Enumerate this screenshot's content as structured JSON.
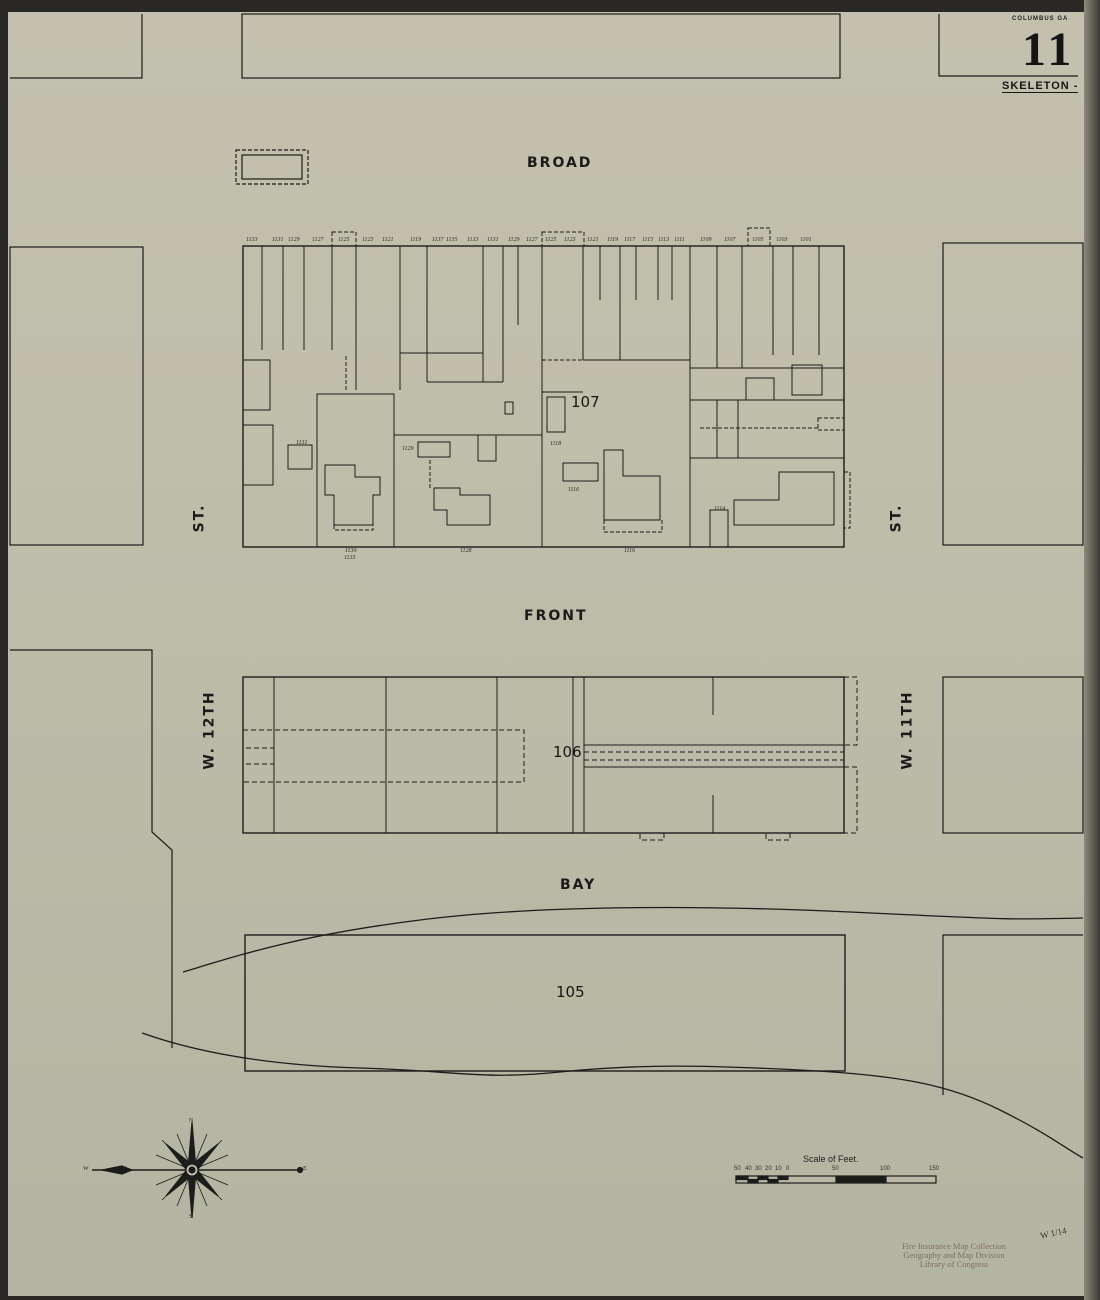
{
  "sheet": {
    "city_label": "COLUMBUS GA",
    "sheet_number": "11",
    "skeleton_label": "SKELETON -"
  },
  "streets": {
    "north": "BROAD",
    "middle": "FRONT",
    "south": "BAY",
    "west_a": "W. 12TH",
    "west_b": "ST.",
    "east_a": "W. 11TH",
    "east_b": "ST."
  },
  "blocks": {
    "north_block": "107",
    "middle_block": "106",
    "south_block": "105"
  },
  "addresses": {
    "broad_frontage": [
      "1133",
      "1131",
      "1129",
      "1127",
      "1125",
      "1123",
      "1121",
      "1119",
      "1137",
      "1135",
      "1133",
      "1131",
      "1129",
      "1127",
      "1125",
      "1123",
      "1121",
      "1119",
      "1117",
      "1115",
      "1113",
      "1111",
      "1109",
      "1107",
      "1105",
      "1103",
      "1101"
    ],
    "front_frontage": [
      "1130",
      "1133",
      "1128",
      "1116"
    ],
    "interior": [
      "1131",
      "1129",
      "1118",
      "1116",
      "1114"
    ]
  },
  "scale": {
    "title": "Scale of Feet.",
    "ticks": [
      "50",
      "40",
      "30",
      "20",
      "10",
      "0",
      "50",
      "100",
      "150"
    ]
  },
  "compass": {
    "north": "N",
    "south": "S",
    "east": "E",
    "west": "W"
  },
  "credit": {
    "line1": "Fire Insurance Map Collection",
    "line2": "Geography and Map Division",
    "line3": "Library of Congress"
  },
  "stamp": "W 1/14"
}
